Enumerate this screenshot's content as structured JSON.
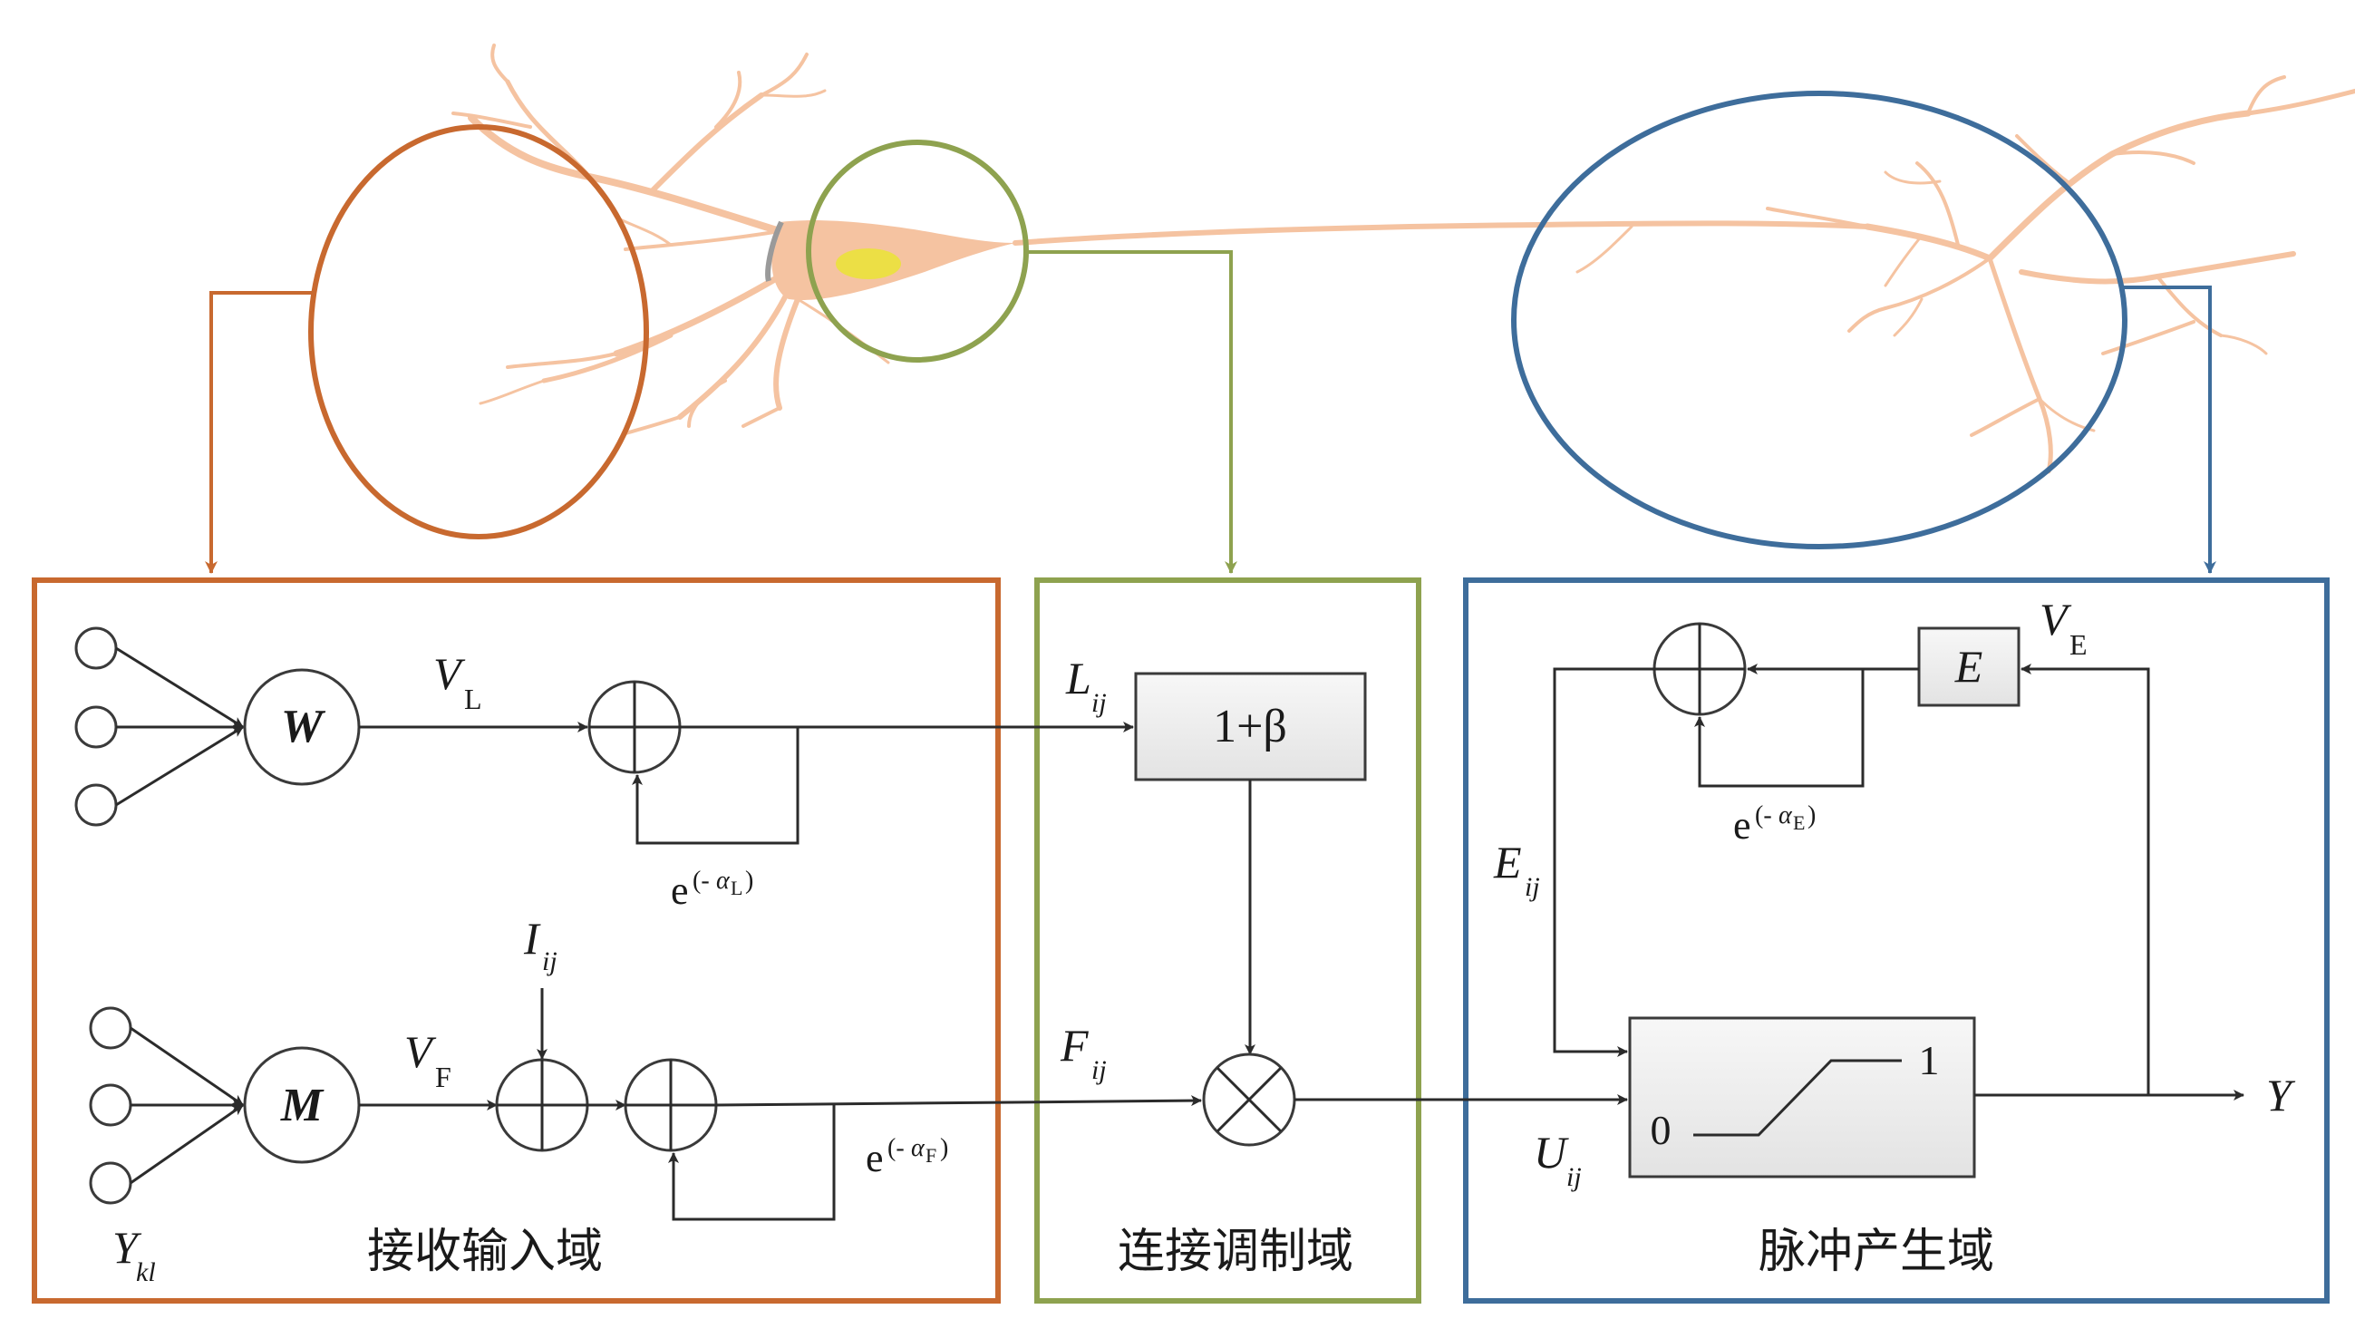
{
  "domains": {
    "receive": "接收输入域",
    "link": "连接调制域",
    "pulse": "脉冲产生域"
  },
  "colors": {
    "receive": "#c8692f",
    "link": "#8ea24f",
    "pulse": "#3e6d9b",
    "neuron": "#f5c3a1",
    "nucleus": "#ecdf45"
  },
  "nodes": {
    "w": "W",
    "m": "M"
  },
  "labels": {
    "vl_main": "V",
    "vl_sub": "L",
    "vf_main": "V",
    "vf_sub": "F",
    "ve_main": "V",
    "ve_sub": "E",
    "iij_main": "I",
    "iij_sub": "ij",
    "lij_main": "L",
    "lij_sub": "ij",
    "fij_main": "F",
    "fij_sub": "ij",
    "eij_main": "E",
    "eij_sub": "ij",
    "uij_main": "U",
    "uij_sub": "ij",
    "ykl_main": "Y",
    "ykl_sub": "kl",
    "y_out": "Y",
    "beta_box": "1+β",
    "e_box": "E",
    "step_zero": "0",
    "step_one": "1",
    "exp_base": "e",
    "exp_open": "(-",
    "exp_alpha": "α",
    "exp_close": ")",
    "exp_l": "L",
    "exp_f": "F",
    "exp_e": "E"
  },
  "icons": {
    "sum": "circle-plus-icon",
    "product": "circle-times-icon",
    "neuron": "neuron-illustration"
  }
}
